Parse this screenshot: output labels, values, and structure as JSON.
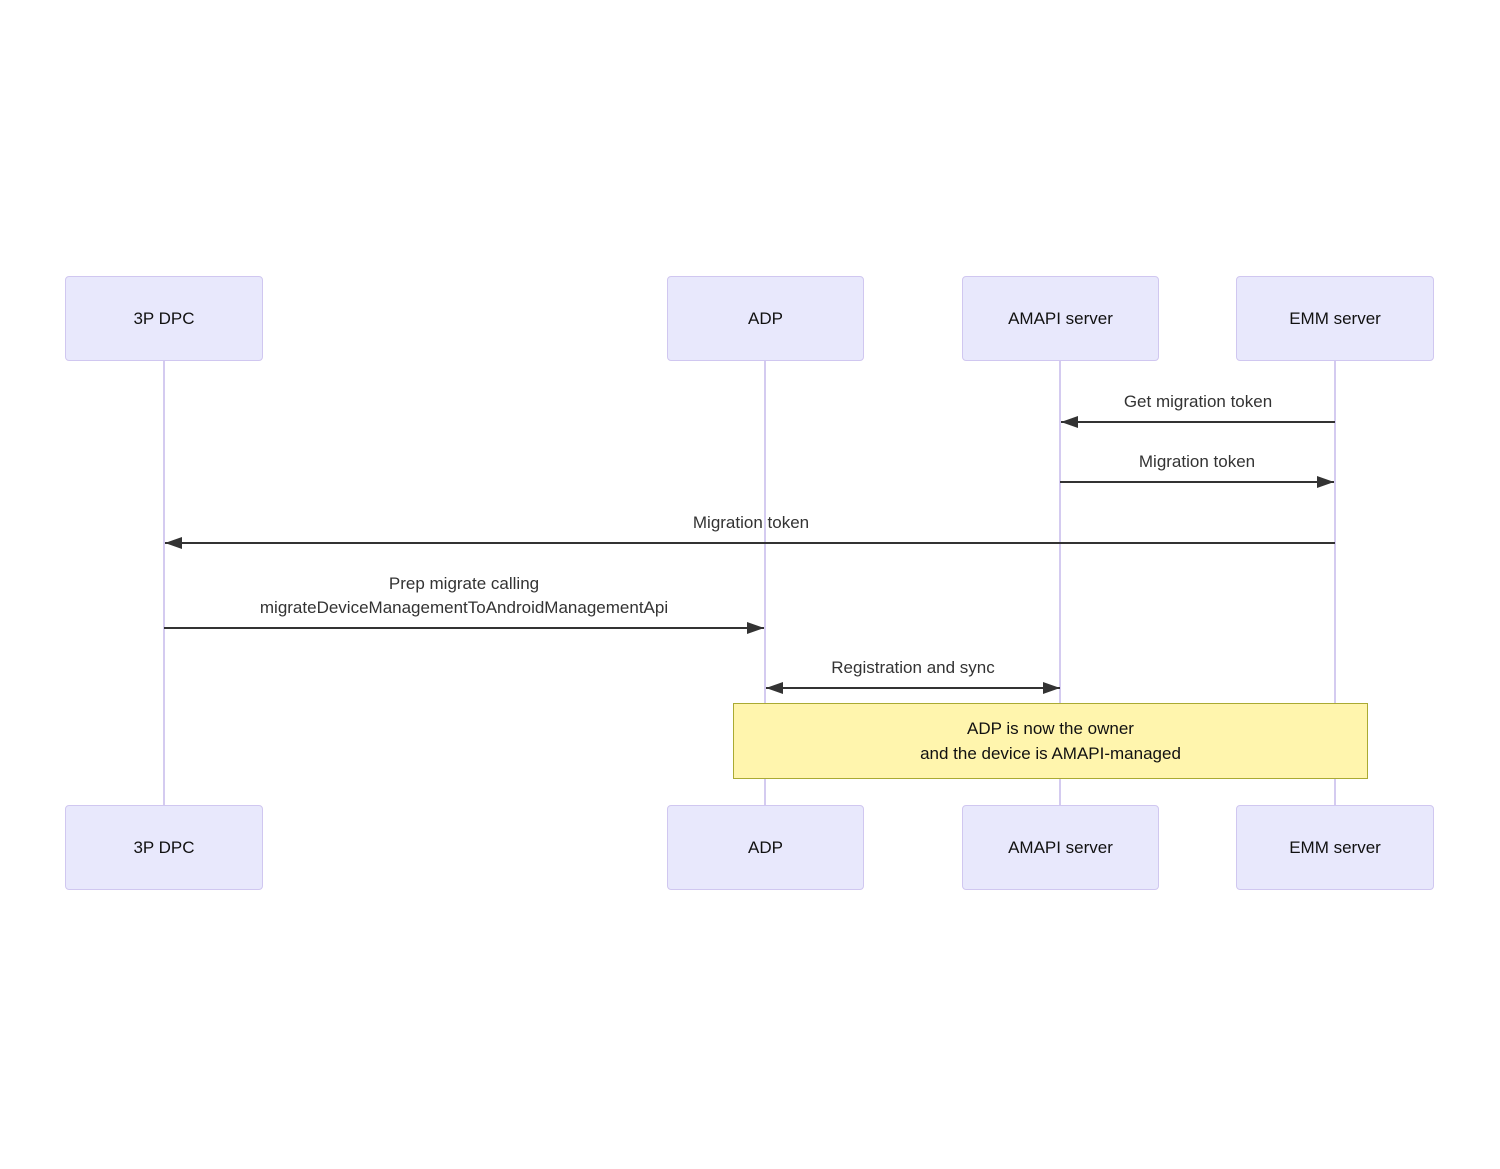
{
  "diagram_type": "sequence-diagram",
  "actors": [
    {
      "name": "3P DPC"
    },
    {
      "name": "ADP"
    },
    {
      "name": "AMAPI server"
    },
    {
      "name": "EMM server"
    }
  ],
  "messages": [
    {
      "text": "Get migration token",
      "from": "EMM server",
      "to": "AMAPI server",
      "arrow": "left"
    },
    {
      "text": "Migration token",
      "from": "AMAPI server",
      "to": "EMM server",
      "arrow": "right"
    },
    {
      "text": "Migration token",
      "from": "EMM server",
      "to": "3P DPC",
      "arrow": "left"
    },
    {
      "text_lines": [
        "Prep migrate calling",
        "migrateDeviceManagementToAndroidManagementApi"
      ],
      "from": "3P DPC",
      "to": "ADP",
      "arrow": "right"
    },
    {
      "text": "Registration and sync",
      "from": "ADP",
      "to": "AMAPI server",
      "arrow": "both"
    }
  ],
  "note": {
    "over": [
      "ADP",
      "EMM server"
    ],
    "lines": [
      "ADP is now the owner",
      "and the device is AMAPI-managed"
    ]
  },
  "colors": {
    "actor_fill": "#e8e8fc",
    "actor_border": "#d0c7f0",
    "lifeline": "#d4cbf0",
    "arrow": "#333333",
    "message_text": "#333333",
    "note_fill": "#fff5ad",
    "note_border": "#aaaa33",
    "note_text": "#111111"
  }
}
